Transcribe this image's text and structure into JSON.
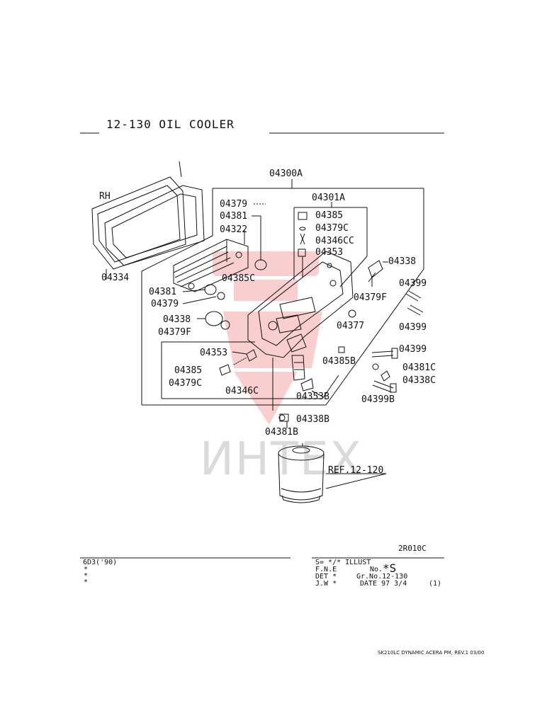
{
  "page": {
    "title": "12-130   OIL  COOLER",
    "side_label": "RH",
    "watermark": "ИНТЕХ",
    "drawing_code": "2R010C",
    "footer_note": "SK210LC DYNAMIC ACERA PM,  REV.1 03/00"
  },
  "callouts": {
    "p04300A": "04300A",
    "p04301A": "04301A",
    "p04379_top": "04379",
    "p04381_top": "04381",
    "p04322": "04322",
    "p04385": "04385",
    "p04379C": "04379C",
    "p04346CC": "04346CC",
    "p04353_top": "04353",
    "p04338": "04338",
    "p04334": "04334",
    "p04385C": "04385C",
    "p04381_mid": "04381",
    "p04379_mid": "04379",
    "p04379F_r": "04379F",
    "p04399_a": "04399",
    "p04399_b": "04399",
    "p04338_l": "04338",
    "p04379F_l": "04379F",
    "p04377": "04377",
    "p04353_mid": "04353",
    "p04399_c": "04399",
    "p04385B": "04385B",
    "p04385_low": "04385",
    "p04381C": "04381C",
    "p04379C_low": "04379C",
    "p04346C": "04346C",
    "p04338C": "04338C",
    "p04353B": "04353B",
    "p04399B": "04399B",
    "p04338B": "04338B",
    "p04381B": "04381B",
    "ref": "REF.12-120"
  },
  "footer": {
    "model": "6D3('90)",
    "stars": [
      "*",
      "*",
      "*"
    ],
    "s_line": "S= */*  ILLUST",
    "fne": "F.N.E",
    "no": "No.",
    "no_val": "*S",
    "det": "DET *",
    "grno": "Gr.No.12-130",
    "jw": "J.W *",
    "date": "DATE 97 3/4",
    "sheet": "(1)"
  }
}
